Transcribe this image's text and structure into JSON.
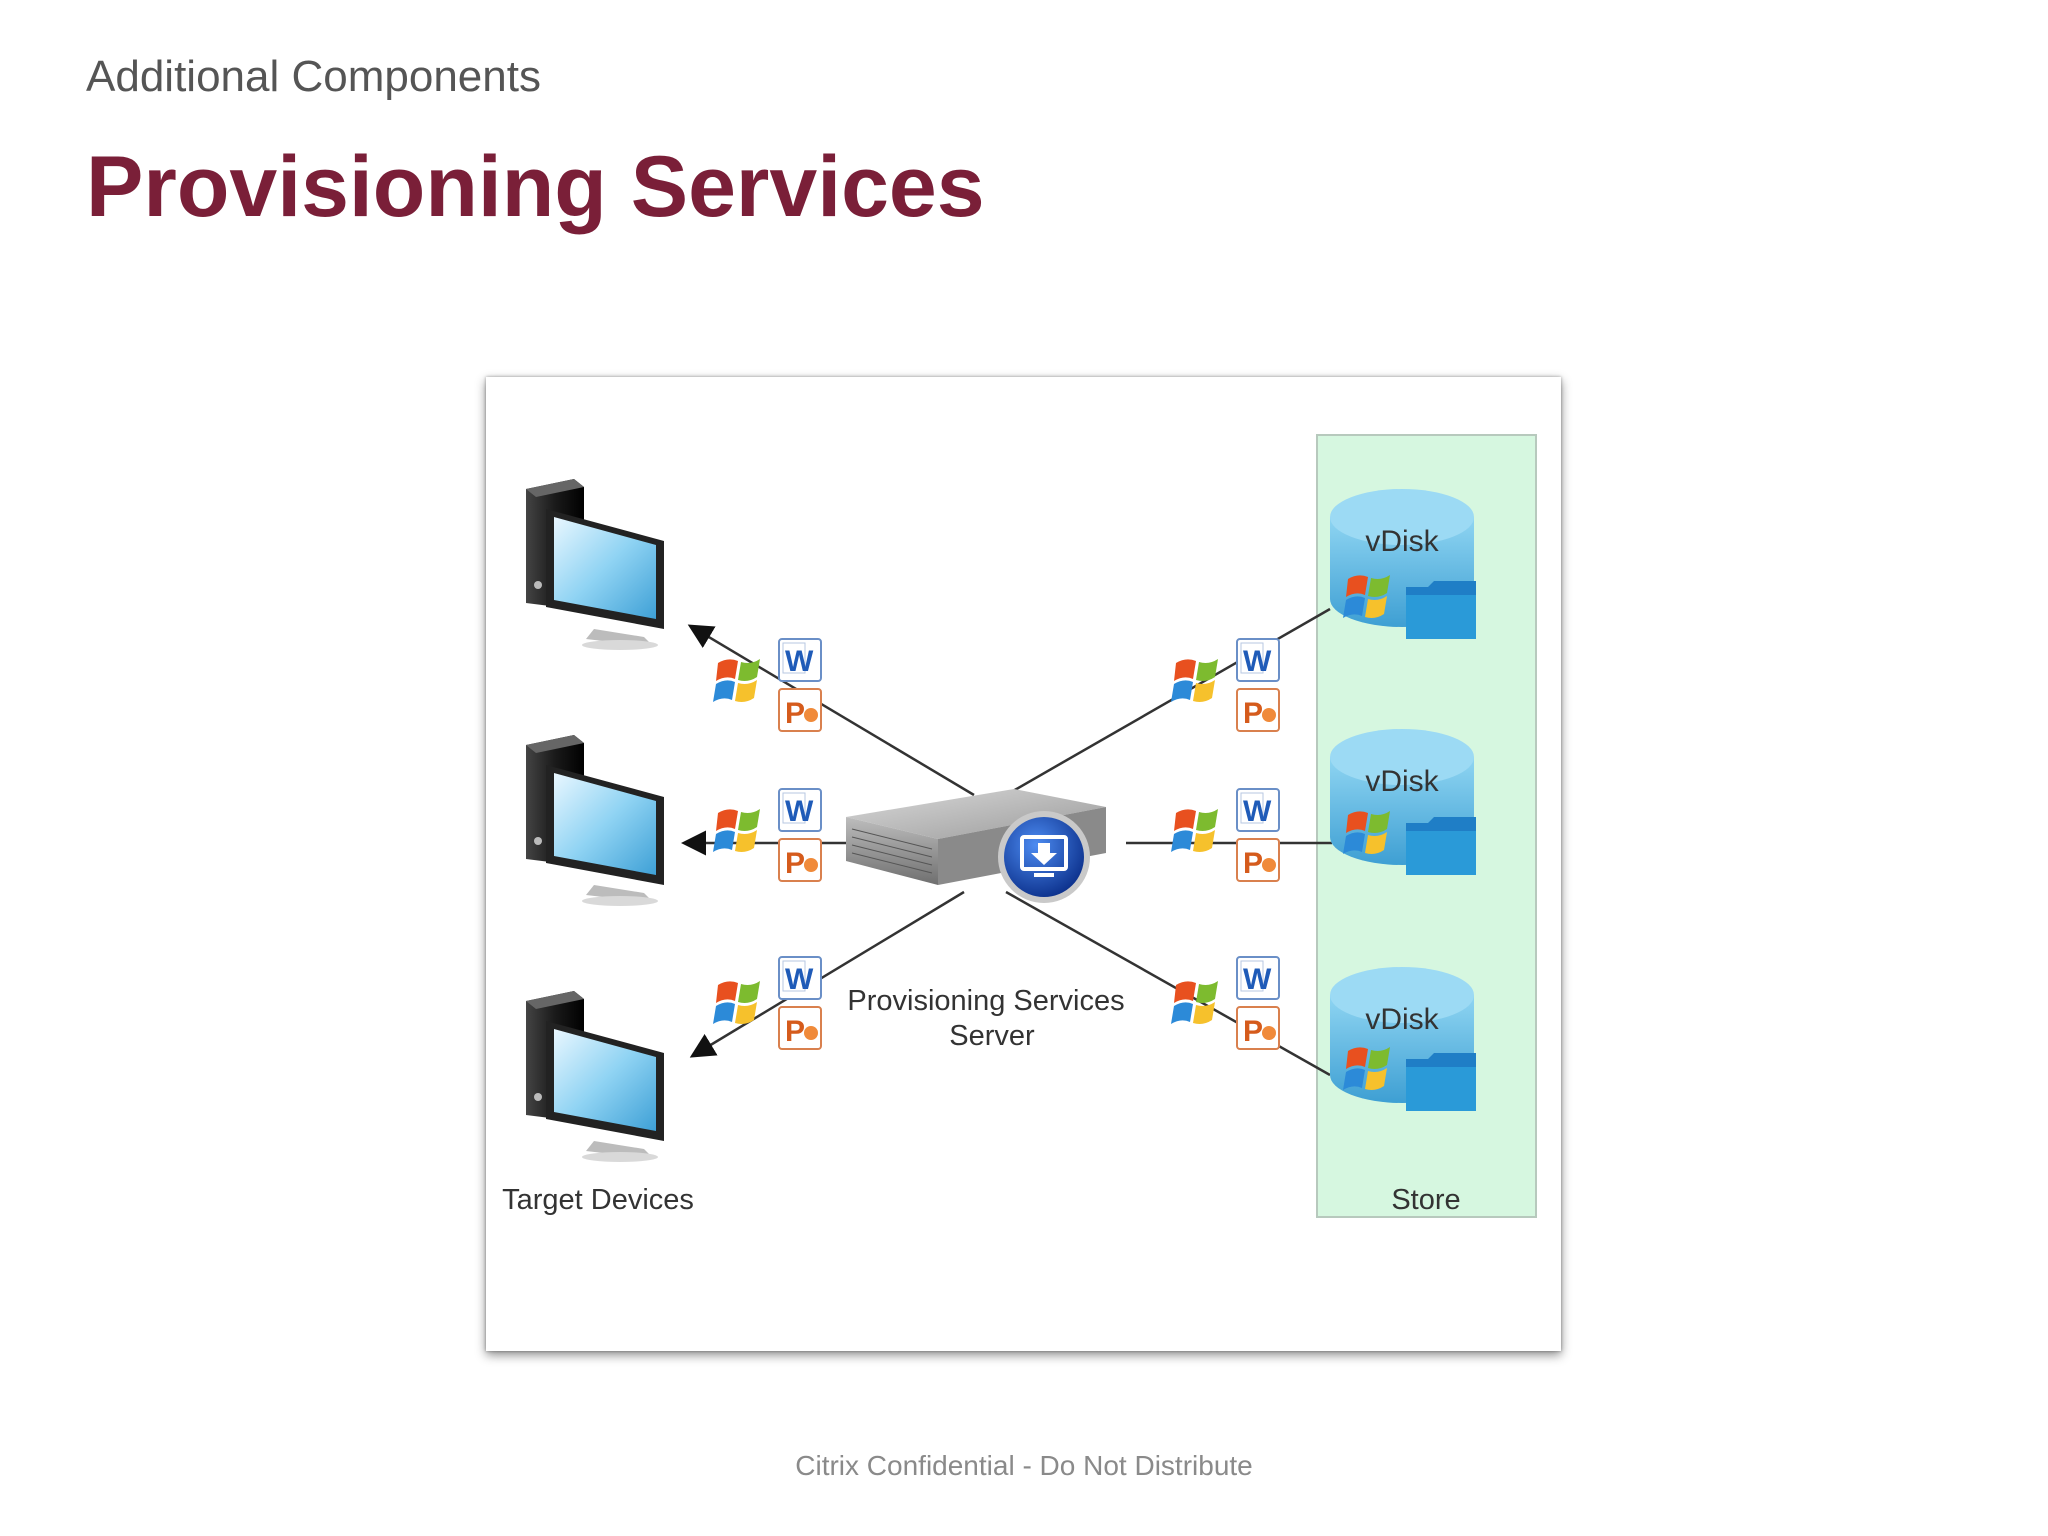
{
  "header": {
    "subtitle": "Additional Components",
    "title": "Provisioning Services"
  },
  "diagram": {
    "target_devices_label": "Target Devices",
    "server_label_line1": "Provisioning Services",
    "server_label_line2": "Server",
    "store_label": "Store",
    "vdisks": [
      {
        "label": "vDisk"
      },
      {
        "label": "vDisk"
      },
      {
        "label": "vDisk"
      }
    ],
    "app_icons": {
      "word_letter": "W",
      "powerpoint_letter": "P"
    },
    "colors": {
      "title": "#7a1f38",
      "store_background": "#d6f7e0",
      "disk": "#5bb8e0",
      "server_badge": "#1f4fb5"
    }
  },
  "footer": {
    "text": "Citrix Confidential - Do Not Distribute"
  }
}
